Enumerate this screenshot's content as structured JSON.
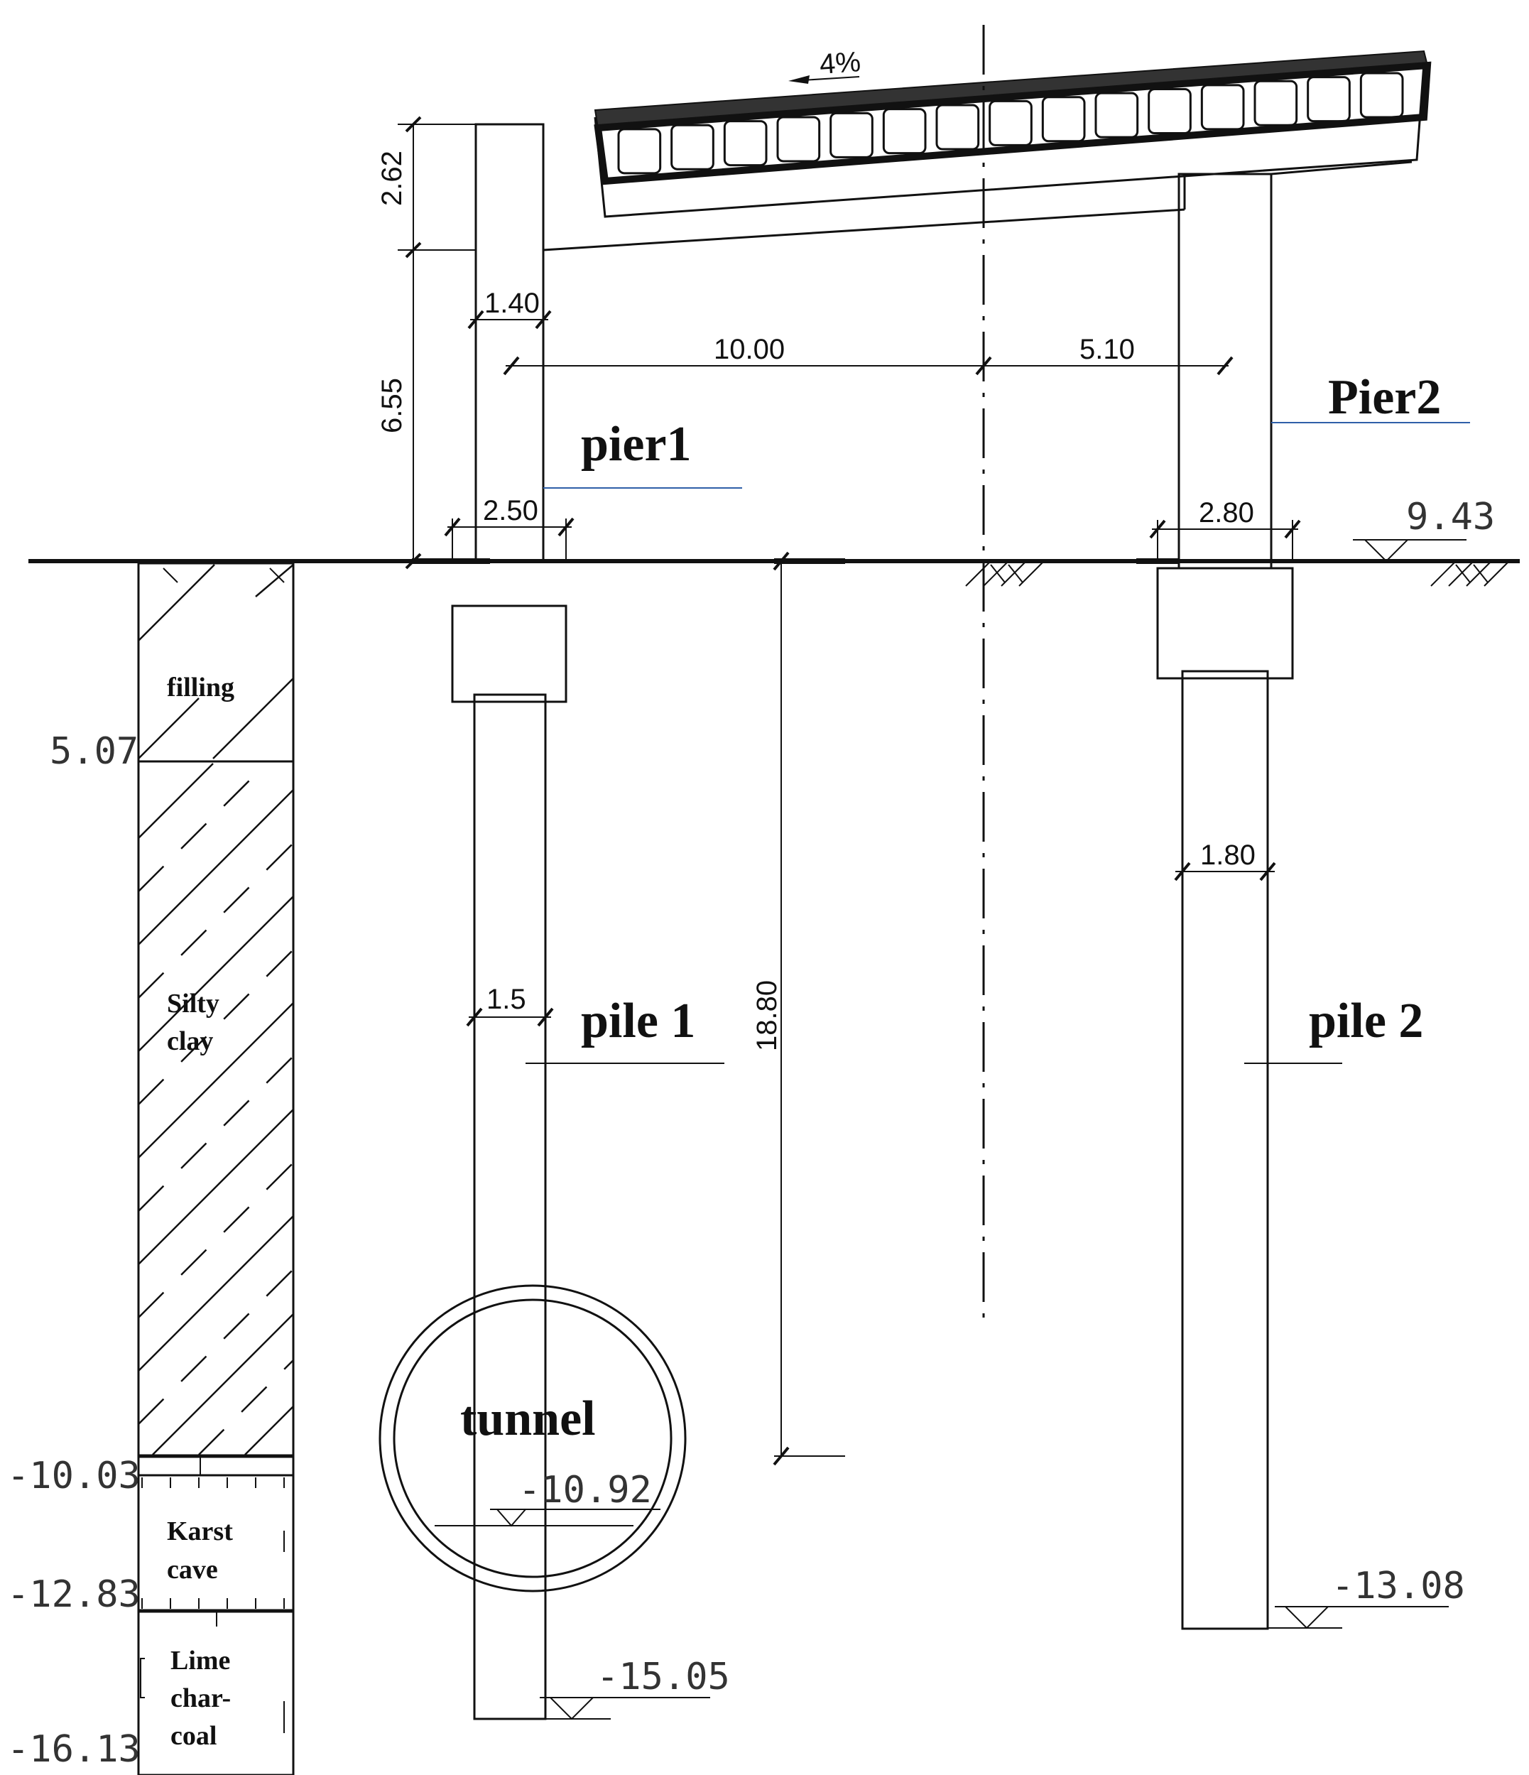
{
  "labels": {
    "pier1": "pier1",
    "pier2": "Pier2",
    "pile1": "pile 1",
    "pile2": "pile 2",
    "tunnel": "tunnel"
  },
  "slope": "4%",
  "dimensions": {
    "girder_height": "2.62",
    "pier_height": "6.55",
    "pier1_width": "1.40",
    "offset_left": "10.00",
    "offset_right": "5.10",
    "cap1_width": "2.50",
    "cap2_width": "2.80",
    "pile2_width": "1.80",
    "pile1_width": "1.5",
    "depth": "18.80"
  },
  "elevations": {
    "ground": "9.43",
    "tunnel_invert": "-10.92",
    "pile1_tip": "-15.05",
    "pile2_tip": "-13.08"
  },
  "soil_layers": [
    {
      "name": "filling",
      "lines": [
        "filling"
      ],
      "bottom": "5.07"
    },
    {
      "name": "silty-clay",
      "lines": [
        "Silty",
        "clay"
      ],
      "bottom": "-10.03"
    },
    {
      "name": "karst-cave",
      "lines": [
        "Karst",
        "cave"
      ],
      "bottom": "-12.83"
    },
    {
      "name": "lime-charcoal",
      "lines": [
        "Lime",
        "char-",
        "coal"
      ],
      "bottom": "-16.13"
    }
  ],
  "colors": {
    "line": "#111111",
    "leader": "#2f5fa8"
  }
}
